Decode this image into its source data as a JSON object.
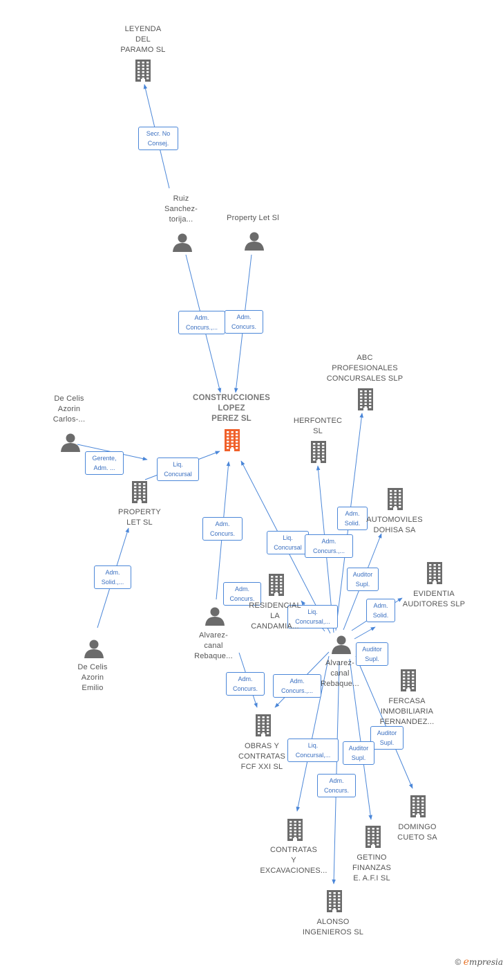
{
  "nodes": {
    "leyenda": {
      "label": "LEYENDA\nDEL\nPARAMO SL",
      "type": "company"
    },
    "ruiz": {
      "label": "Ruiz\nSanchez-\ntorija...",
      "type": "person"
    },
    "property_let_person": {
      "label": "Property Let Sl",
      "type": "person"
    },
    "construcciones": {
      "label": "CONSTRUCCIONES\nLOPEZ\nPEREZ SL",
      "type": "company-main"
    },
    "decelis_carlos": {
      "label": "De Celis\nAzorin\nCarlos-...",
      "type": "person"
    },
    "property_let_sl": {
      "label": "PROPERTY\nLET SL",
      "type": "company"
    },
    "decelis_emilio": {
      "label": "De Celis\nAzorin\nEmilio",
      "type": "person"
    },
    "abc": {
      "label": "ABC\nPROFESIONALES\nCONCURSALES SLP",
      "type": "company"
    },
    "herfontec": {
      "label": "HERFONTEC\nSL",
      "type": "company"
    },
    "automoviles": {
      "label": "AUTOMOVILES\nDOHISA SA",
      "type": "company"
    },
    "evidentia": {
      "label": "EVIDENTIA\nAUDITORES SLP",
      "type": "company"
    },
    "residencial": {
      "label": "RESIDENCIAL\nLA\nCANDAMIA...",
      "type": "company"
    },
    "alvarez1": {
      "label": "Alvarez-\ncanal\nRebaque...",
      "type": "person"
    },
    "alvarez2": {
      "label": "Alvarez-\ncanal\nRebaque...",
      "type": "person"
    },
    "fercasa": {
      "label": "FERCASA\nINMOBILIARIA\nFERNANDEZ...",
      "type": "company"
    },
    "obras": {
      "label": "OBRAS Y\nCONTRATAS\nFCF XXI SL",
      "type": "company"
    },
    "domingo": {
      "label": "DOMINGO\nCUETO SA",
      "type": "company"
    },
    "contratas": {
      "label": "CONTRATAS\nY\nEXCAVACIONES...",
      "type": "company"
    },
    "getino": {
      "label": "GETINO\nFINANZAS\nE. A.F.I SL",
      "type": "company"
    },
    "alonso": {
      "label": "ALONSO\nINGENIEROS SL",
      "type": "company"
    }
  },
  "edges": [
    {
      "from": "ruiz",
      "to": "leyenda",
      "label": "Secr. No\nConsej."
    },
    {
      "from": "ruiz",
      "to": "construcciones",
      "label": "Adm.\nConcurs.,..."
    },
    {
      "from": "property_let_person",
      "to": "construcciones",
      "label": "Adm.\nConcurs."
    },
    {
      "from": "decelis_carlos",
      "to": "property_let_sl",
      "label": "Gerente,\nAdm. ..."
    },
    {
      "from": "property_let_sl",
      "to": "construcciones",
      "label": "Liq.\nConcursal"
    },
    {
      "from": "decelis_emilio",
      "to": "property_let_sl",
      "label": "Adm.\nSolid.,..."
    },
    {
      "from": "alvarez1",
      "to": "construcciones",
      "label": "Adm.\nConcurs."
    },
    {
      "from": "alvarez2",
      "to": "construcciones",
      "label": "Liq.\nConcursal"
    },
    {
      "from": "alvarez2",
      "to": "herfontec",
      "label": "Adm.\nConcurs.,..."
    },
    {
      "from": "alvarez2",
      "to": "abc",
      "label": "Adm.\nSolid."
    },
    {
      "from": "alvarez2",
      "to": "automoviles",
      "label": "Auditor\nSupl."
    },
    {
      "from": "alvarez2",
      "to": "evidentia",
      "label": "Adm.\nSolid."
    },
    {
      "from": "alvarez1",
      "to": "residencial",
      "label": "Adm.\nConcurs."
    },
    {
      "from": "alvarez2",
      "to": "residencial",
      "label": "Liq.\nConcursal,..."
    },
    {
      "from": "alvarez2",
      "to": "fercasa",
      "label": "Auditor\nSupl."
    },
    {
      "from": "alvarez1",
      "to": "obras",
      "label": "Adm.\nConcurs."
    },
    {
      "from": "alvarez2",
      "to": "obras",
      "label": "Adm.\nConcurs.,..."
    },
    {
      "from": "alvarez2",
      "to": "domingo",
      "label": "Auditor\nSupl."
    },
    {
      "from": "alvarez2",
      "to": "contratas",
      "label": "Liq.\nConcursal,..."
    },
    {
      "from": "alvarez2",
      "to": "getino",
      "label": "Auditor\nSupl."
    },
    {
      "from": "alvarez2",
      "to": "alonso",
      "label": "Adm.\nConcurs."
    }
  ],
  "colors": {
    "company": "#6b6b6b",
    "company_main": "#f0602a",
    "person": "#6b6b6b",
    "edge": "#4a86d8",
    "edge_label_text": "#3a6fc0"
  },
  "footer": {
    "copyright": "©",
    "brand_initial": "e",
    "brand_rest": "mpresia"
  }
}
